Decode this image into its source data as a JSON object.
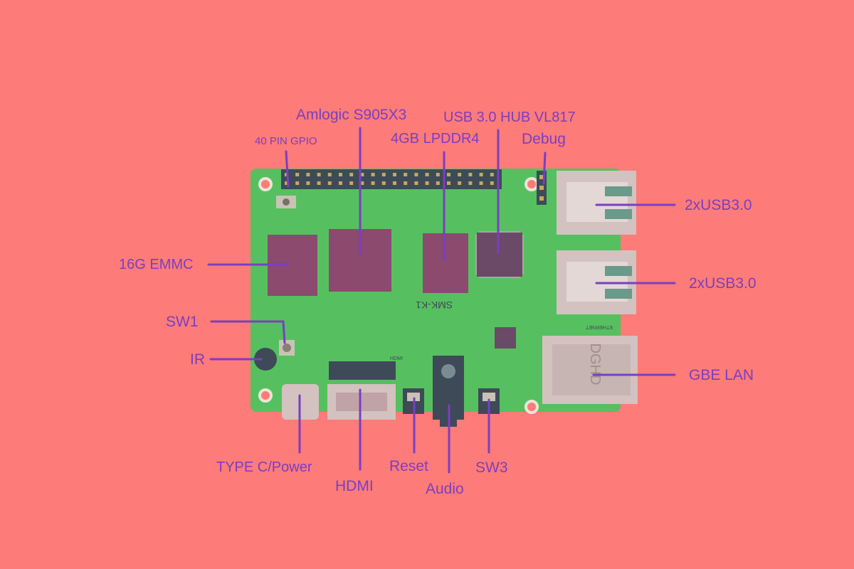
{
  "colors": {
    "background": "#fd7b78",
    "board": "#56c060",
    "chip": "#8b4a6e",
    "connector": "#d3c2bf",
    "leader_line": "#7a3fc0",
    "label_text": "#7a3fc0"
  },
  "board": {
    "silkscreen_model": "SMK-K1",
    "hdmi_silk": "HDMI",
    "ethernet_mark": "DGHD",
    "ethernet_sub": "ETHERNET"
  },
  "labels": {
    "gpio": "40 PIN GPIO",
    "soc": "Amlogic S905X3",
    "ram": "4GB LPDDR4",
    "usb_hub": "USB 3.0 HUB VL817",
    "debug": "Debug",
    "usb_top": "2xUSB3.0",
    "usb_bottom": "2xUSB3.0",
    "emmc": "16G EMMC",
    "sw1": "SW1",
    "ir": "IR",
    "lan": "GBE LAN",
    "typec": "TYPE C/Power",
    "hdmi": "HDMI",
    "reset": "Reset",
    "audio": "Audio",
    "sw3": "SW3"
  }
}
